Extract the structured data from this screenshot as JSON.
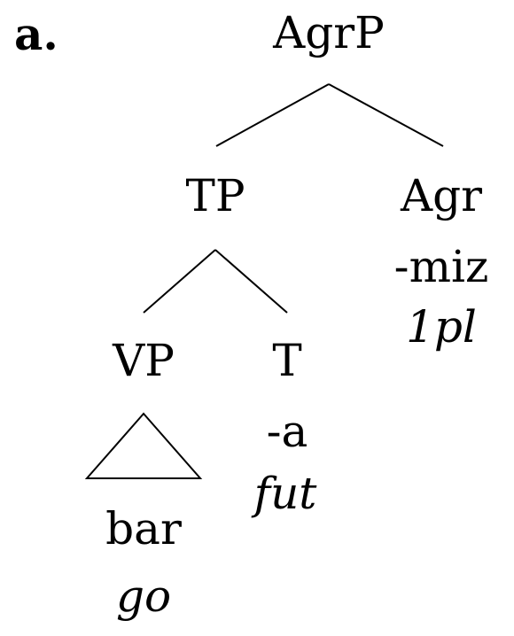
{
  "example_label": "a.",
  "tree": {
    "root": "AgrP",
    "tp": "TP",
    "agr": {
      "label": "Agr",
      "morph": "-miz",
      "gloss": "1pl"
    },
    "vp": {
      "label": "VP",
      "morph": "bar",
      "gloss": "go"
    },
    "t": {
      "label": "T",
      "morph": "-a",
      "gloss": "fut"
    }
  }
}
